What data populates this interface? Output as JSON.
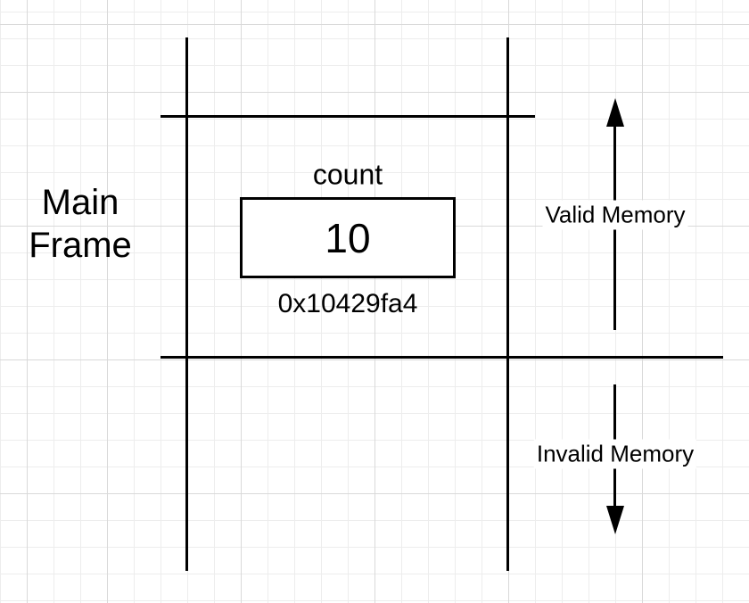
{
  "diagram": {
    "main_frame": {
      "line1": "Main",
      "line2": "Frame"
    },
    "variable": {
      "name": "count",
      "value": "10",
      "address": "0x10429fa4"
    },
    "regions": {
      "valid_label": "Valid Memory",
      "invalid_label": "Invalid Memory"
    },
    "colors": {
      "stroke": "#000000",
      "text": "#000000",
      "background": "#ffffff",
      "grid_minor": "#ededed",
      "grid_major": "#d9d9d9",
      "box_fill": "#ffffff",
      "label_background": "#ffffff"
    }
  }
}
